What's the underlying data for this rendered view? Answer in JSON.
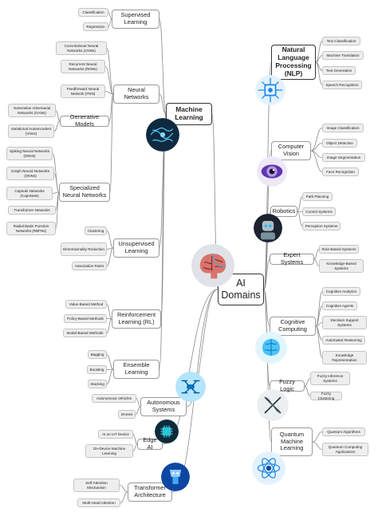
{
  "center": {
    "label_line1": "AI",
    "label_line2": "Domains"
  },
  "ml": {
    "title_line1": "Machine",
    "title_line2": "Learning",
    "supervised": {
      "label": "Supervised Learning",
      "leaves": [
        "Classification",
        "Regression"
      ]
    },
    "neural": {
      "label": "Neural Networks",
      "leaves": [
        "Convolutional Neural Networks (CNNs)",
        "Recurrent Neural Networks (RNNs)",
        "Feedforward Neural Network (FNN)"
      ]
    },
    "generative": {
      "label": "Generative Models",
      "leaves": [
        "Generative Adversarial Networks (GANs)",
        "Variational Autoencoders (VAEs)"
      ]
    },
    "specialized": {
      "label": "Specialized Neural Networks",
      "leaves": [
        "Spiking Neural Networks (SNNs)",
        "Graph Neural Networks (GNNs)",
        "Capsule Networks (CapsNets)",
        "Transformer Networks",
        "Radial Basis Function Networks (RBFNs)"
      ]
    },
    "unsupervised": {
      "label": "Unsupervised Learning",
      "leaves": [
        "Clustering",
        "Dimensionality Reduction",
        "Association Rules"
      ]
    },
    "reinforcement": {
      "label": "Reinforcement Learning (RL)",
      "leaves": [
        "Value-Based Method",
        "Policy-Based Methods",
        "Model-Based Methods"
      ]
    },
    "ensemble": {
      "label": "Ensemble Learning",
      "leaves": [
        "Bagging",
        "Boosting",
        "Stacking"
      ]
    }
  },
  "autonomous": {
    "label": "Autonomous Systems",
    "leaves": [
      "Autonomous Vehicles",
      "Drones"
    ]
  },
  "edge": {
    "label": "Edge AI",
    "leaves": [
      "AI on IoT Device",
      "On-Device Machine Learning"
    ]
  },
  "transformer": {
    "label": "Transformer Architecture",
    "leaves": [
      "Self-Attention Mechanism",
      "Multi-Head Attention"
    ]
  },
  "nlp": {
    "label": "Natural Language Processing (NLP)",
    "leaves": [
      "Text Classification",
      "Machine Translation",
      "Text Generation",
      "Speech Recognition"
    ]
  },
  "cv": {
    "label": "Computer Vision",
    "leaves": [
      "Image Classification",
      "Object Detection",
      "Image Segmentation",
      "Face Recognition"
    ]
  },
  "robotics": {
    "label": "Robotics",
    "leaves": [
      "Path Planning",
      "Control Systems",
      "Perception Systems"
    ]
  },
  "expert": {
    "label": "Expert Systems",
    "leaves": [
      "Rule-Based Systems",
      "Knowledge-Based Systems"
    ]
  },
  "cognitive": {
    "label": "Cognitive Computing",
    "leaves": [
      "Cognitive Analytics",
      "Cognitive Agents",
      "Decision Support Systems",
      "Automated Reasoning",
      "Knowledge Representation"
    ]
  },
  "fuzzy": {
    "label": "Fuzzy Logic",
    "leaves": [
      "Fuzzy Inference Systems",
      "Fuzzy Clustering"
    ]
  },
  "quantum": {
    "label": "Quantum Machine Learning",
    "leaves": [
      "Quantum Algorithms",
      "Quantum Computing Applications"
    ]
  },
  "colors": {
    "line": "#8a8a8a",
    "leaf_bg": "#eeeeee",
    "leaf_border": "#c4c4c4",
    "node_border": "#333333"
  }
}
